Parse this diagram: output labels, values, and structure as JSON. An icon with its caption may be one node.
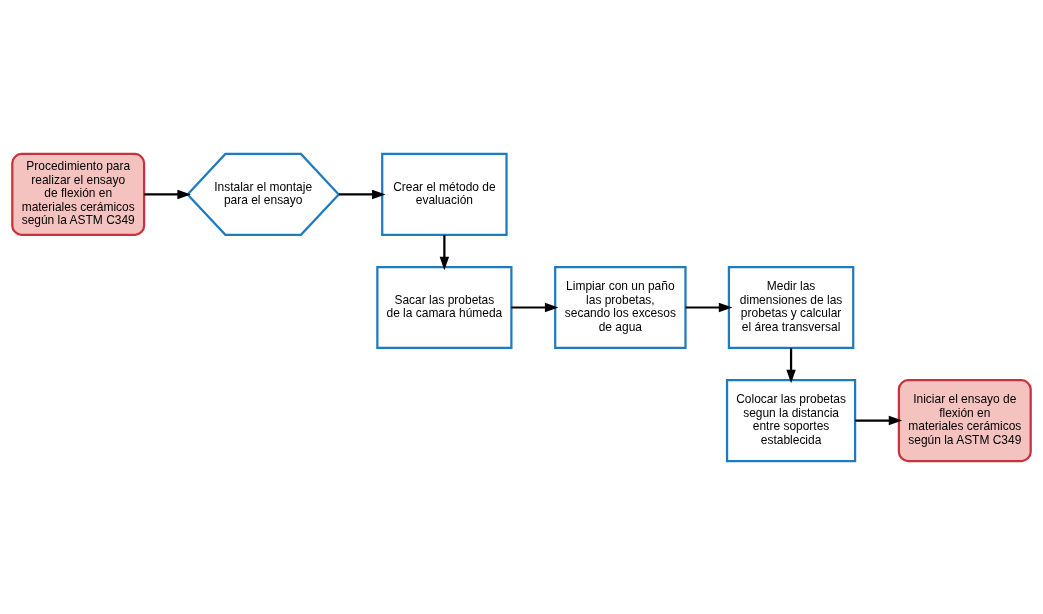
{
  "diagram": {
    "nodes": [
      {
        "text": [
          "Procedimiento para realizar el ensayo de flexión en materiales cerámicos según la ASTM C349"
        ]
      },
      {
        "text": [
          "Instalar el montaje para el ensayo"
        ]
      },
      {
        "text": [
          "Crear el método de evaluación"
        ]
      },
      {
        "text": [
          "Sacar las probetas de la camara húmeda"
        ]
      },
      {
        "text": [
          "Limpiar con un paño las probetas, secando los excesos de agua"
        ]
      },
      {
        "text": [
          "Medir las dimensiones de las probetas y calcular el área transversal"
        ]
      },
      {
        "text": [
          "Colocar las probetas segun la distancia entre soportes establecida"
        ]
      },
      {
        "text": [
          "Iniciar el ensayo de flexión en materiales cerámicos según la ASTM C349"
        ]
      }
    ],
    "edges": [
      {
        "from": 0,
        "to": 1,
        "arrow": "to"
      },
      {
        "from": 1,
        "to": 2,
        "arrow": "to"
      },
      {
        "from": 2,
        "to": 3,
        "arrow": "to"
      },
      {
        "from": 3,
        "to": 4,
        "arrow": "to"
      },
      {
        "from": 4,
        "to": 5,
        "arrow": "to"
      },
      {
        "from": 5,
        "to": 6,
        "arrow": "to"
      },
      {
        "from": 6,
        "to": 7,
        "arrow": "to"
      }
    ]
  }
}
